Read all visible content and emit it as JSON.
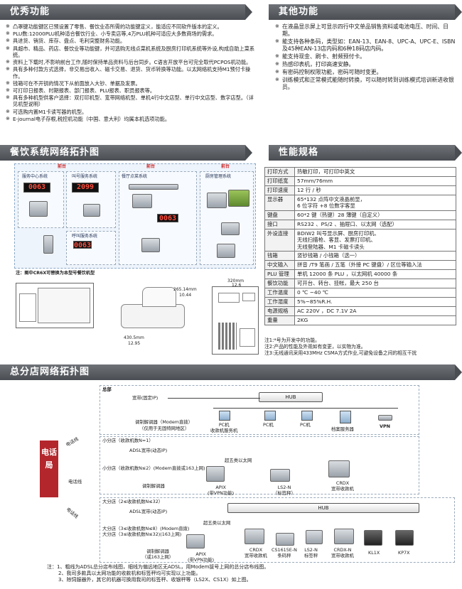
{
  "sections": {
    "features_title": "优秀功能",
    "other_title": "其他功能",
    "network_title": "餐饮系统网络拓扑图",
    "perf_title": "性能规格",
    "branch_title": "总分店网络拓扑图"
  },
  "features": [
    "凸罩键功能键区已预设置了零售、餐饮业态所需的功能键定义，能适应不同软件版本的定义。",
    "PLU数:12000PLU机种适合餐饮行业、小专卖店等,4万PLU机种可适应大多数商场的需求。",
    "具进货、销货、库存、盘点、毛利突整财务功能。",
    "具超市、精品、药店、餐饮业等功能键，并可选购无线点菜机系统及厨房打印机系统等外设,构成自助上菜系统。",
    "资料上下载时,不影响前台工作,随时保持单品资料与后台同步。C语言开放平台可完全取代PCPOS机功能。",
    "具有多种付款方式选择，非交易出收入、磁卡交易、退货、货币转换等功能。以太网络机支持M1预付卡操作。",
    "钱箱可在不开钥的情况下从前面放入大钞、单据及发票。",
    "可打印日报表、时期报表、部门报表、PLU报表、职员报表等。",
    "具有多种机型供客户选择：双打印机型、宽带网络机型、单机4行中文店型、单行中文店型、数字店型。（详见机型说明）",
    "可选购内置M1卡读写器的机型。",
    "E-journal电子存根,税控机功能（中国、意大利）均属本机选项功能。"
  ],
  "other_features": [
    "在液晶显示屏上可显示四行中文单品销售资料或电池电压、时间、日期。",
    "能支持各种条码，类型如：EAN-13、EAN-8、UPC-A、UPC-E、ISBN及45种EAN-13店内码和6种18码店内码。",
    "能支持现金、刷卡、射频预付卡。",
    "热感印表机，打印高速安静。",
    "有密码控制权限功能，密码可随时变更。",
    "训练模式和正常模式能随时转换，可以随时转到训练模式培训新进收银员。"
  ],
  "diagram": {
    "zone_front1": "前台",
    "zone_front2": "前台",
    "zone_back": "前台",
    "zone_ring": "服务中心系统",
    "zone_ring2": "叫号服务系统",
    "zone_kitchen": "餐厅点菜系统",
    "zone_cook": "厨房管理系统",
    "zone_queue": "呼叫服务系统",
    "disp1": "0063",
    "disp2": "2099",
    "disp3": "0063",
    "disp4": "0063",
    "footnote": "注：图中CR6X可替换为本型号餐饮机型"
  },
  "dims": {
    "w1": "265.14mm",
    "w1in": "10.44",
    "w2": "430.5mm",
    "w2in": "12.95",
    "w3": "320mm",
    "w3in": "12.6"
  },
  "specs": [
    {
      "k": "打印方式",
      "v": "热敏打印，可打印中英文"
    },
    {
      "k": "打印纸宽",
      "v": "57mm/76mm"
    },
    {
      "k": "打印速度",
      "v": "12 行 / 秒"
    },
    {
      "k": "显示器",
      "v": "65*132 点阵中文液晶前显，\n6 位字符 +8 位数字客显"
    },
    {
      "k": "键盘",
      "v": "60*2 键（热键）28 薄键（自定义）"
    },
    {
      "k": "接口",
      "v": "RS232 、PS/2 、抽屉口、以太网（选配）"
    },
    {
      "k": "外设连接",
      "v": "BDIW2 叫号显示屏、厨房打印机、\n无线扫描枪、客显、发票打印机、\n无线登陆器、M1 卡磁卡读头"
    },
    {
      "k": "钱箱",
      "v": "竖钞钱箱 / 小钱箱（选一）"
    },
    {
      "k": "中文输入",
      "v": "拼音 /T9 笔画 / 五笔（外接 PC 键盘）/ 区位等输入法"
    },
    {
      "k": "PLU 管理",
      "v": "单机 12000 条 PLU ，以太网机 40000 条"
    },
    {
      "k": "餐饮功能",
      "v": "可开台、转台、挂帐，最大 250 台"
    },
    {
      "k": "工作温度",
      "v": "0 ℃ ~40 ℃"
    },
    {
      "k": "工作湿度",
      "v": "5%~85%R.H."
    },
    {
      "k": "电源规格",
      "v": "AC 220V ，DC 7.1V 2A"
    },
    {
      "k": "重量",
      "v": "2KG"
    }
  ],
  "spec_notes": [
    "注1:*号为开发中的功能。",
    "注2:产品的性能及外观如有变更，以实物为准。",
    "注3:无线通讯采用433MHz CSMA方式作业,可避免设备之间的相互干扰"
  ],
  "branch": {
    "phone": "电话局",
    "hq": "总部",
    "hq_line": "宽带(固定IP)",
    "hq_modem": "调制解调器（Modem直拨）",
    "hq_modem2": "（仅用于无固特网地区）",
    "hq_pc1": "PC机\n收款机服务机",
    "hq_pc2": "PC机",
    "hq_pc3": "PC机",
    "hq_srv": "档案服务器",
    "vpn": "VPN",
    "hub": "HUB",
    "hub2": "HUB",
    "tel1": "电话线",
    "tel2": "电话线",
    "tel3": "电话线",
    "small": "小分店（收款机数N=1）",
    "small_adsl": "ADSL宽带(动态IP)",
    "small_modem_note": "小分店（收款机数N≤2）(Modem直拨或163上网)",
    "small_modem": "调制解调器",
    "ethernet1": "超五类以太网",
    "ethernet2": "超五类以太网",
    "apix1": "APIX\n(带VPN功能)",
    "ls2n1": "LS2-N\n（标签秤）",
    "crdx1": "CRDX\n宽带收款机",
    "big": "大分店（2≤收款机数N≤32）",
    "big_adsl": "ADSL宽带(动态IP)",
    "big_note1": "大分店（3≤收款机数N≤8）(Modem直拨)",
    "big_note2": "大分店（3≤收款机数N≤32)(163上网)",
    "big_modem": "调制解调器\n（或163上网）",
    "apix2": "APIX\n(带VPN功能)",
    "dev_crdx": "CRDX\n宽带收款机",
    "dev_cs": "CS1615E-N\n条码秤",
    "dev_ls": "LS2-N\n标签秤",
    "dev_crdx2": "CRDX-N\n宽带收款机",
    "dev_klix": "KL1X",
    "dev_kp": "KP7X",
    "notes": [
      "注：1、粗线为ADSL总分店布线图，细线为偏远地区无ADSL，用Modem拔号上网的总分店布线图。",
      "2、我司多款具以太网功能的收款机和标签秤均可实现以上功能。",
      "3、除饲服器外，其它的机器可换用我司的标签秤、收银秤等（LS2X、CS1X）如上图。"
    ]
  }
}
